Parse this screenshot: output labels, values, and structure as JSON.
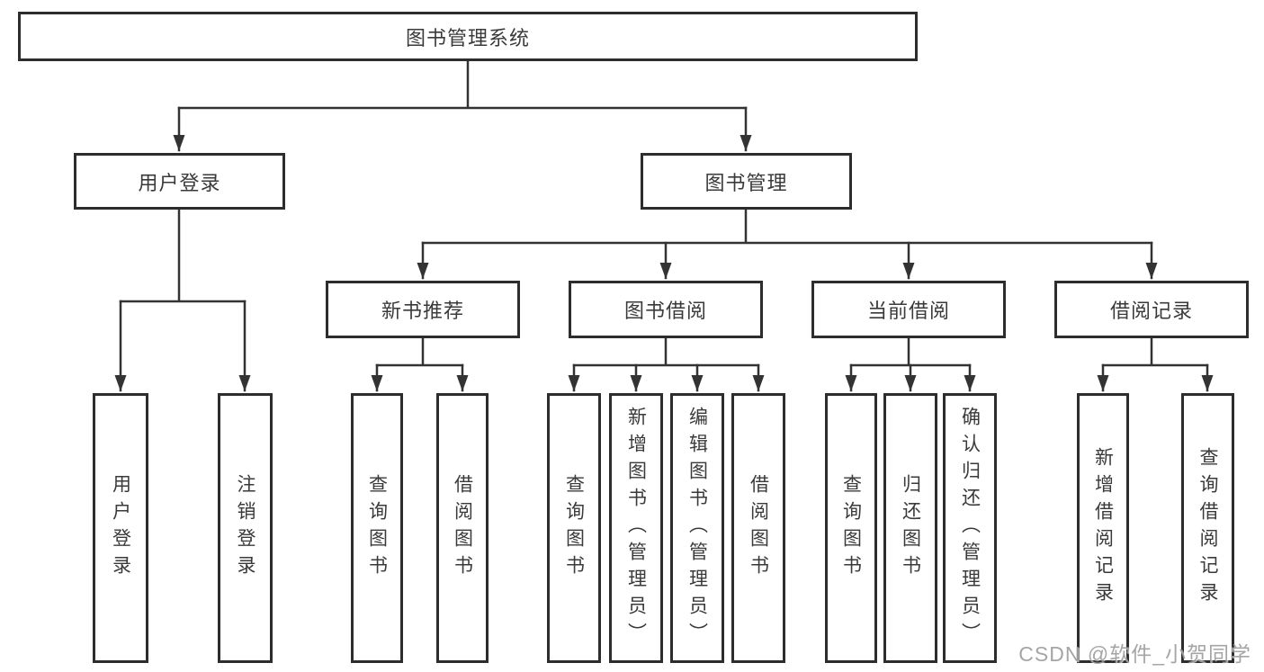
{
  "tree": {
    "root": "图书管理系统",
    "children": [
      {
        "label": "用户登录",
        "children": [
          {
            "label": "用户登录"
          },
          {
            "label": "注销登录"
          }
        ]
      },
      {
        "label": "图书管理",
        "children": [
          {
            "label": "新书推荐",
            "children": [
              {
                "label": "查询图书"
              },
              {
                "label": "借阅图书"
              }
            ]
          },
          {
            "label": "图书借阅",
            "children": [
              {
                "label": "查询图书"
              },
              {
                "label": "新增图书（管理员）"
              },
              {
                "label": "编辑图书（管理员）"
              },
              {
                "label": "借阅图书"
              }
            ]
          },
          {
            "label": "当前借阅",
            "children": [
              {
                "label": "查询图书"
              },
              {
                "label": "归还图书"
              },
              {
                "label": "确认归还（管理员）"
              }
            ]
          },
          {
            "label": "借阅记录",
            "children": [
              {
                "label": "新增借阅记录"
              },
              {
                "label": "查询借阅记录"
              }
            ]
          }
        ]
      }
    ]
  },
  "watermark": "CSDN @软件_小贺同学",
  "colors": {
    "background": "#ffffff",
    "line": "#333333",
    "box_border": "#2d2d2d",
    "text": "#3a3a3a",
    "watermark": "#989898"
  }
}
